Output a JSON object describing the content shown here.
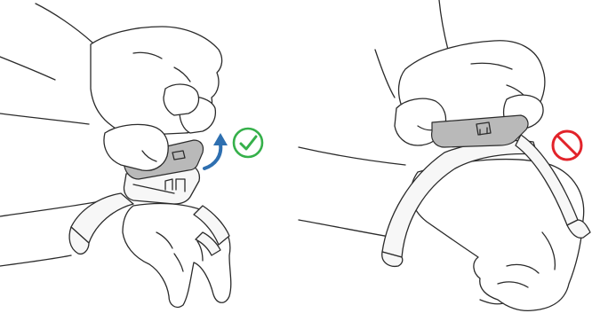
{
  "panels": [
    {
      "id": "correct-method",
      "arrow_color": "#2e6fb0",
      "status": {
        "kind": "correct",
        "icon": "check-circle-icon",
        "color": "#35b04a"
      }
    },
    {
      "id": "incorrect-method",
      "status": {
        "kind": "incorrect",
        "icon": "prohibited-icon",
        "color": "#e2232a"
      }
    }
  ]
}
